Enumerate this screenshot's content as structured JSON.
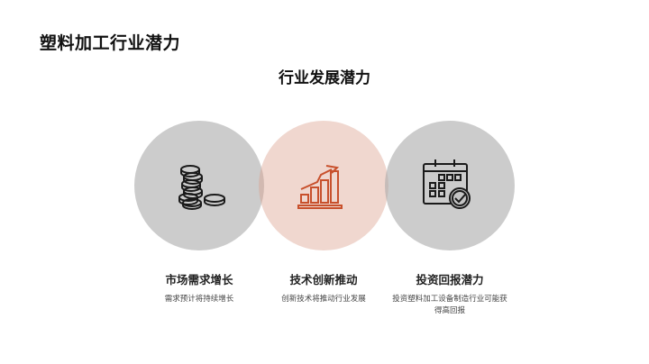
{
  "slide": {
    "title": "塑料加工行业潜力",
    "section_title": "行业发展潜力"
  },
  "colors": {
    "circle_gray": "#c9c9c9",
    "circle_accent": "#ecd5ce",
    "icon_dark": "#1a1a1a",
    "icon_accent": "#c8502c"
  },
  "cards": [
    {
      "icon": "coins-stack-icon",
      "title": "市场需求增长",
      "desc": "需求预计将持续增长"
    },
    {
      "icon": "growth-chart-icon",
      "title": "技术创新推动",
      "desc": "创新技术将推动行业发展"
    },
    {
      "icon": "calendar-check-icon",
      "title": "投资回报潜力",
      "desc": "投资塑料加工设备制造行业可能获得高回报"
    }
  ]
}
